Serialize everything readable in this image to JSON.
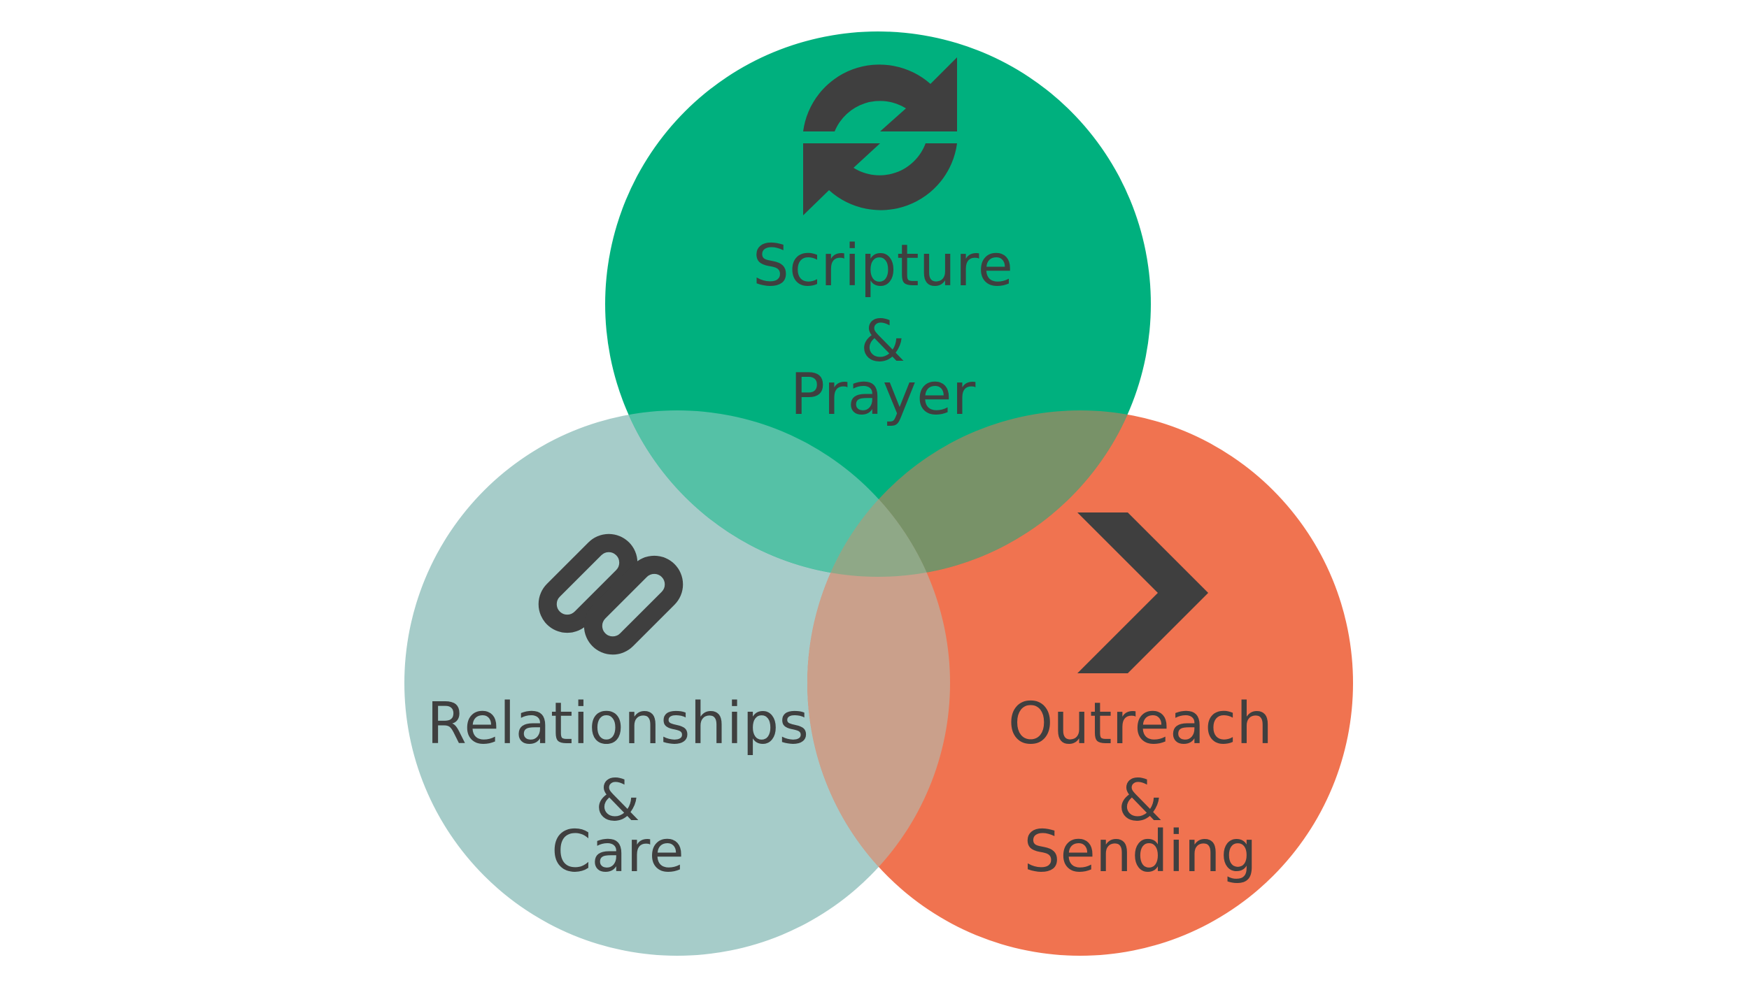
{
  "colors": {
    "background": "#ffffff",
    "scripture_circle": "#00b07e",
    "relationships_circle": "#a6ccc9",
    "outreach_circle": "#f07350",
    "overlap_scripture_relationships": "#55c1a6",
    "overlap_scripture_outreach": "#789268",
    "overlap_relationships_outreach": "#caa08b",
    "overlap_center": "#8fa887",
    "icon_and_text": "#3f3f3f"
  },
  "circles": {
    "scripture": {
      "icon": "refresh-icon",
      "line1": "Scripture",
      "line2": "&",
      "line3": "Prayer"
    },
    "relationships": {
      "icon": "link-icon",
      "line1": "Relationships",
      "line2": "&",
      "line3": "Care"
    },
    "outreach": {
      "icon": "chevron-right-icon",
      "line1": "Outreach",
      "line2": "&",
      "line3": "Sending"
    }
  }
}
